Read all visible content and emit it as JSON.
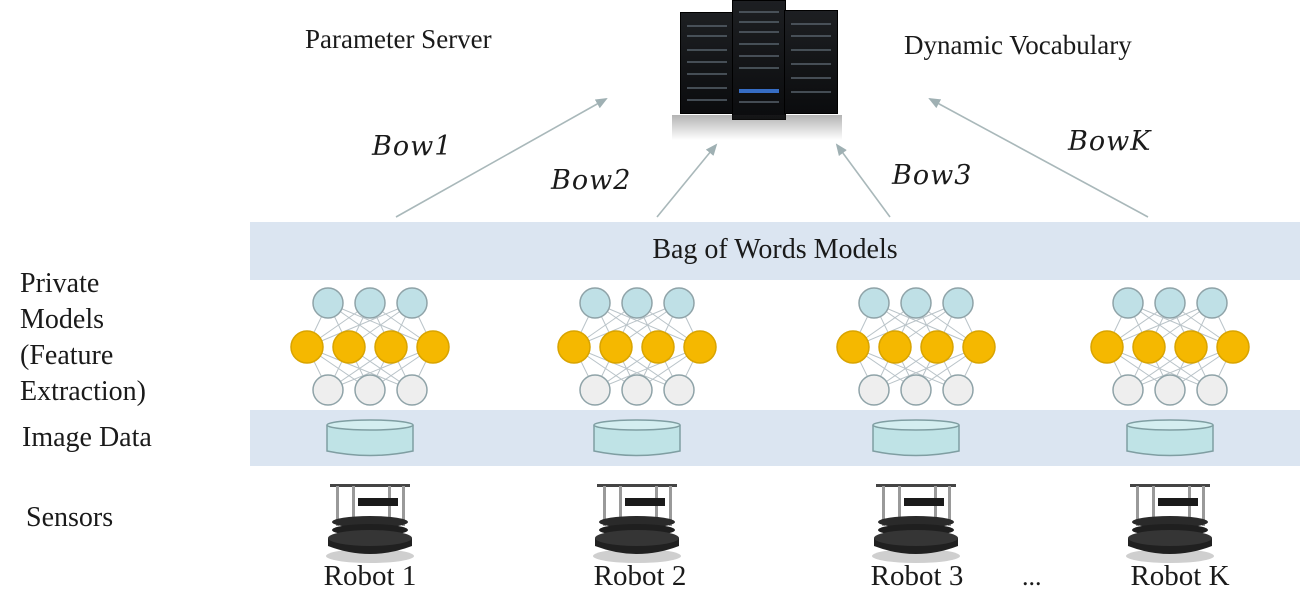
{
  "header": {
    "left_title": "Parameter Server",
    "right_title": "Dynamic Vocabulary"
  },
  "server_icon": "server-rack-icon",
  "arrows": [
    {
      "label": "Bow1"
    },
    {
      "label": "Bow2"
    },
    {
      "label": "Bow3"
    },
    {
      "label": "BowK"
    }
  ],
  "bands": {
    "bow_models": "Bag of Words Models",
    "image_data_icon": "database-cylinder-icon"
  },
  "row_labels": {
    "private_models": [
      "Private",
      "Models",
      "(Feature",
      "Extraction)"
    ],
    "image_data": "Image Data",
    "sensors": "Sensors"
  },
  "network": {
    "icon": "neural-network-icon",
    "layers": [
      3,
      4,
      3
    ],
    "colors": {
      "input": "#bfe0e6",
      "hidden": "#f5b800",
      "output": "#eeeeee",
      "edge": "#b9c3c8",
      "stroke": "#8fa3a8"
    }
  },
  "robots": [
    {
      "label": "Robot 1"
    },
    {
      "label": "Robot 2"
    },
    {
      "label": "Robot 3"
    },
    {
      "label": "Robot K"
    }
  ],
  "ellipsis": "...",
  "colors": {
    "band": "#dbe5f1",
    "arrow": "#9fb0b3",
    "cylinder_fill": "#bfe3e6",
    "cylinder_stroke": "#7f9ea2"
  }
}
